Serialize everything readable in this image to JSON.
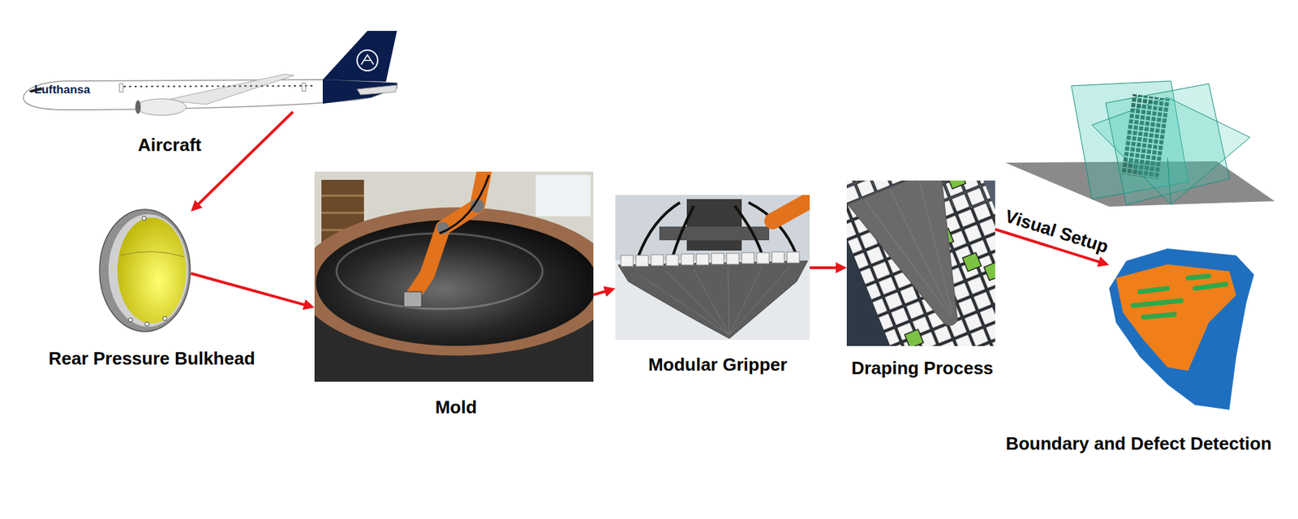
{
  "diagram": {
    "nodes": [
      {
        "text": [
          "Aircraft"
        ]
      },
      {
        "text": [
          "Rear Pressure Bulkhead"
        ]
      },
      {
        "text": [
          "Mold"
        ]
      },
      {
        "text": [
          "Modular Gripper"
        ]
      },
      {
        "text": [
          "Draping Process"
        ]
      },
      {
        "text": [
          "Boundary and Defect Detection"
        ]
      }
    ],
    "edges": [
      {
        "from": 0,
        "to": 1,
        "arrow": "to"
      },
      {
        "from": 1,
        "to": 2,
        "arrow": "to"
      },
      {
        "from": 2,
        "to": 3,
        "arrow": "to"
      },
      {
        "from": 3,
        "to": 4,
        "arrow": "to"
      },
      {
        "from": 4,
        "to": 5,
        "label": "Visual Setup",
        "arrow": "to"
      }
    ],
    "labels": [
      "Lufthansa"
    ]
  }
}
